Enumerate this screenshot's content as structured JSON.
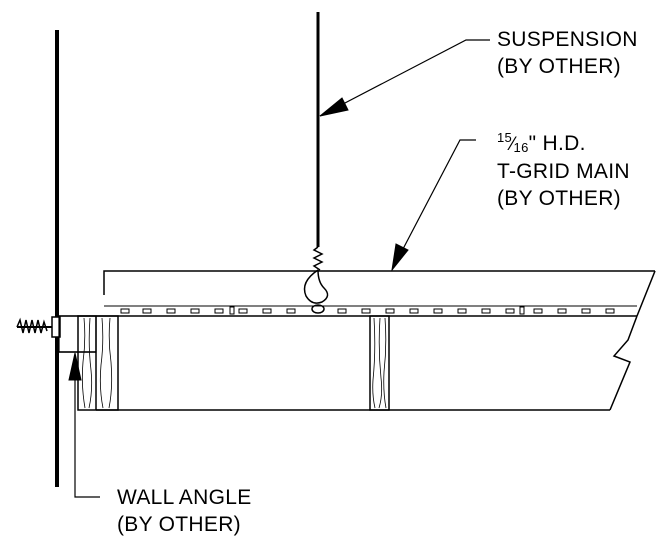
{
  "labels": {
    "suspension": {
      "line1": "SUSPENSION",
      "line2": "(BY OTHER)"
    },
    "grid_main": {
      "fraction_numerator": "15",
      "fraction_denominator": "16",
      "line1_rest": "\" H.D.",
      "line2": "T-GRID MAIN",
      "line3": "(BY OTHER)"
    },
    "wall_angle": {
      "line1": "WALL ANGLE",
      "line2": "(BY OTHER)"
    }
  },
  "colors": {
    "ink": "#000000",
    "background": "#ffffff"
  }
}
